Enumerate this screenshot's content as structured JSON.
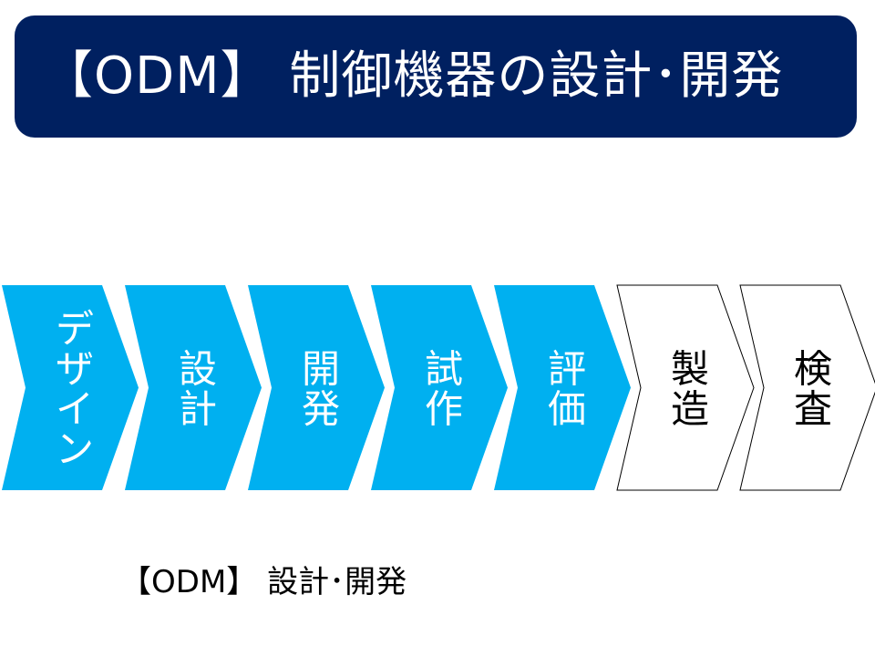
{
  "header": {
    "title": "【ODM】 制御機器の設計･開発"
  },
  "colors": {
    "banner": "#002060",
    "active_step_fill": "#00B0F0",
    "inactive_step_fill": "#FFFFFF",
    "step_outline": "#000000"
  },
  "process": {
    "steps": [
      {
        "label": "デザイン",
        "active": true
      },
      {
        "label": "設計",
        "active": true
      },
      {
        "label": "開発",
        "active": true
      },
      {
        "label": "試作",
        "active": true
      },
      {
        "label": "評価",
        "active": true
      },
      {
        "label": "製造",
        "active": false
      },
      {
        "label": "検査",
        "active": false
      }
    ]
  },
  "footer": {
    "range_label": "【ODM】 設計･開発"
  }
}
